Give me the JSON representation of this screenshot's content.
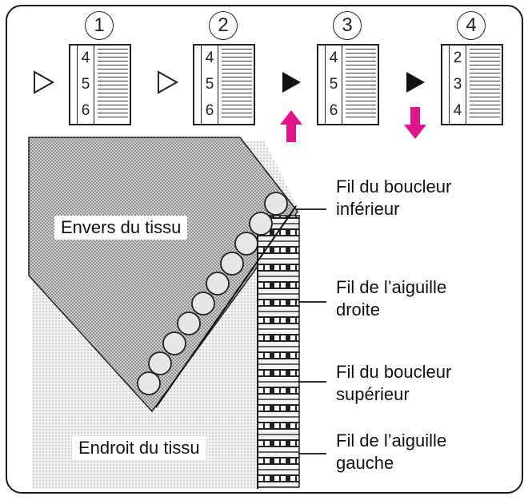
{
  "steps": [
    {
      "number": "1",
      "dial": [
        "4",
        "5",
        "6"
      ]
    },
    {
      "number": "2",
      "dial": [
        "4",
        "5",
        "6"
      ]
    },
    {
      "number": "3",
      "dial": [
        "4",
        "5",
        "6"
      ]
    },
    {
      "number": "4",
      "dial": [
        "2",
        "3",
        "4"
      ]
    }
  ],
  "fabric": {
    "back_label": "Envers du tissu",
    "front_label": "Endroit du tissu"
  },
  "thread_labels": {
    "lower_looper": {
      "line1": "Fil du boucleur",
      "line2": "inférieur"
    },
    "right_needle": {
      "line1": "Fil de l’aiguille",
      "line2": "droite"
    },
    "upper_looper": {
      "line1": "Fil du boucleur",
      "line2": "supérieur"
    },
    "left_needle": {
      "line1": "Fil de l’aiguille",
      "line2": "gauche"
    }
  },
  "colors": {
    "arrow": "#e0148c",
    "outline": "#1a1a1a"
  },
  "icons": [
    "outline-triangle-icon",
    "filled-triangle-icon",
    "arrow-up-icon",
    "arrow-down-icon"
  ]
}
